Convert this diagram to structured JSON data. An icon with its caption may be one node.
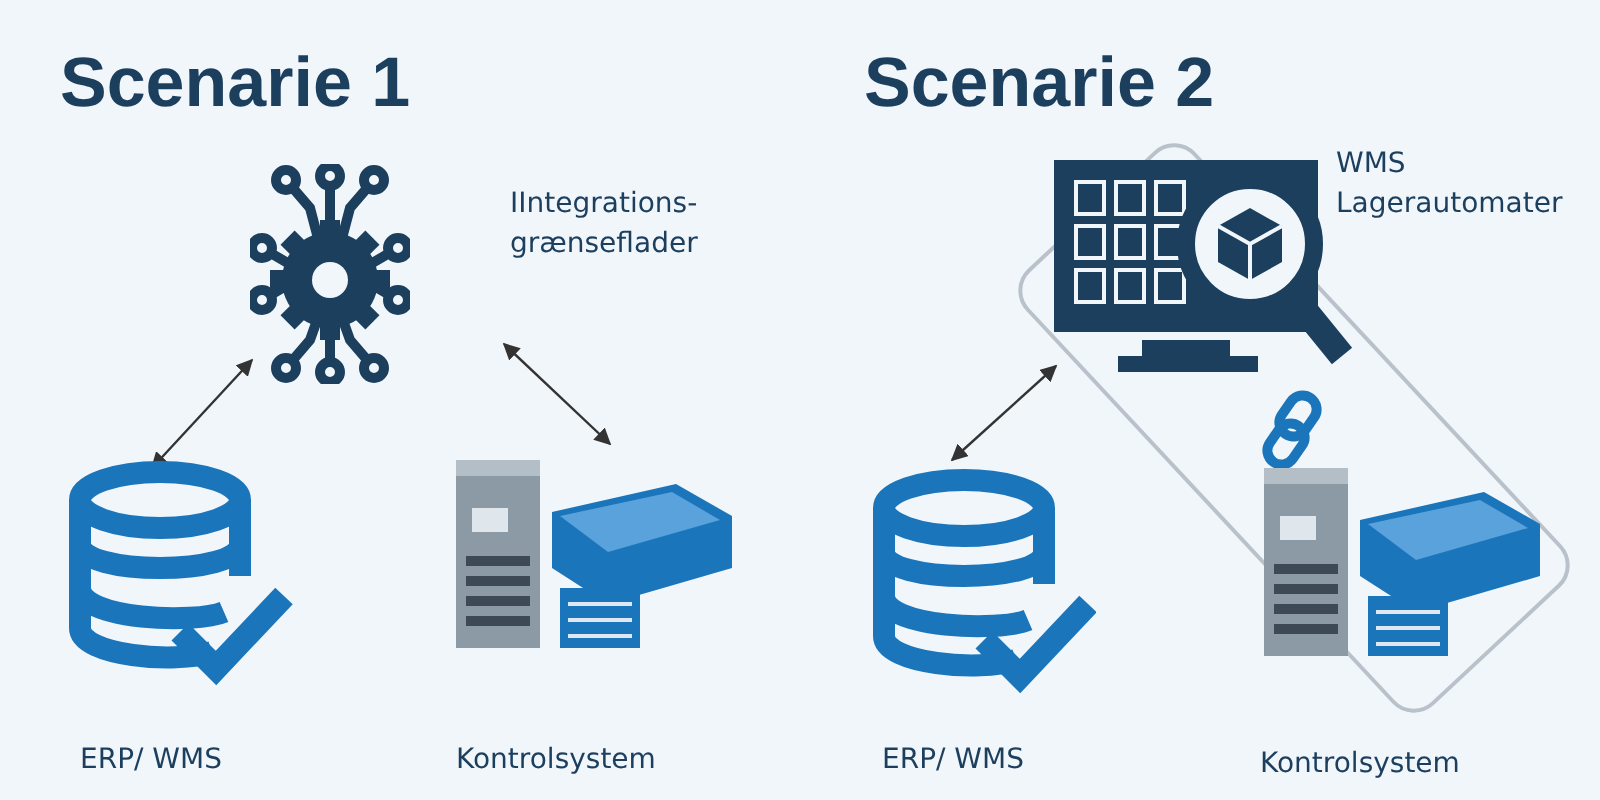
{
  "diagram": {
    "nodes": [
      {
        "text": [],
        "shape": "picture",
        "beside": [
          "IIntegrations- grænseflader"
        ]
      },
      {
        "text": [],
        "shape": "picture",
        "beside": [
          "ERP/ WMS"
        ]
      },
      {
        "text": [],
        "shape": "picture",
        "beside": [
          "Kontrolsystem"
        ]
      },
      {
        "text": [],
        "shape": "box"
      },
      {
        "text": [],
        "shape": "picture",
        "in": 3,
        "beside": [
          "WMS Lagerautomater"
        ]
      },
      {
        "text": [],
        "shape": "picture",
        "in": 3,
        "beside": [
          "Kontrolsystem"
        ]
      },
      {
        "text": [],
        "shape": "picture",
        "beside": [
          "ERP/ WMS"
        ]
      }
    ],
    "edges": [
      {
        "from": 1,
        "to": 0,
        "arrow": "both"
      },
      {
        "from": 2,
        "to": 0,
        "arrow": "both"
      },
      {
        "from": 6,
        "to": 3,
        "arrow": "both"
      }
    ],
    "labels": [
      "Scenarie 1",
      "Scenarie 2"
    ]
  }
}
